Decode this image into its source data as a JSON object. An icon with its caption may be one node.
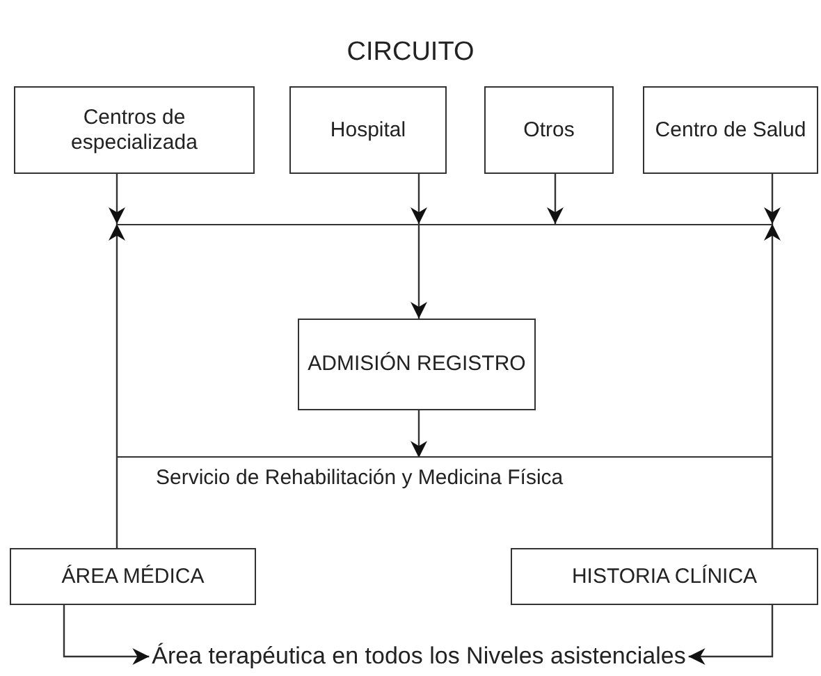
{
  "diagram": {
    "title": "CIRCUITO",
    "nodes": [
      {
        "text": [
          "Centros de especializada"
        ]
      },
      {
        "text": [
          "Hospital"
        ]
      },
      {
        "text": [
          "Otros"
        ]
      },
      {
        "text": [
          "Centro de Salud"
        ]
      },
      {
        "text": [
          "Servicio de Rehabilitación y Medicina Física"
        ]
      },
      {
        "text": [
          "ADMISIÓN REGISTRO"
        ],
        "in": 4
      },
      {
        "text": [
          "ÁREA MÉDICA"
        ]
      },
      {
        "text": [
          "HISTORIA CLÍNICA"
        ]
      },
      {
        "text": [
          "Área terapéutica en todos los Niveles asistenciales"
        ]
      }
    ],
    "edges": [
      {
        "from": 0,
        "to": 4,
        "arrow": "to"
      },
      {
        "from": 1,
        "to": 4,
        "arrow": "to"
      },
      {
        "from": 2,
        "to": 4,
        "arrow": "to"
      },
      {
        "from": 3,
        "to": 4,
        "arrow": "to"
      },
      {
        "from": 4,
        "to": 5,
        "arrow": "to"
      },
      {
        "from": 5,
        "to": 4,
        "arrow": "to"
      },
      {
        "from": 6,
        "to": 4,
        "arrow": "to"
      },
      {
        "from": 7,
        "to": 4,
        "arrow": "to"
      },
      {
        "from": 6,
        "to": 8,
        "arrow": "to"
      },
      {
        "from": 7,
        "to": 8,
        "arrow": "to"
      }
    ]
  }
}
